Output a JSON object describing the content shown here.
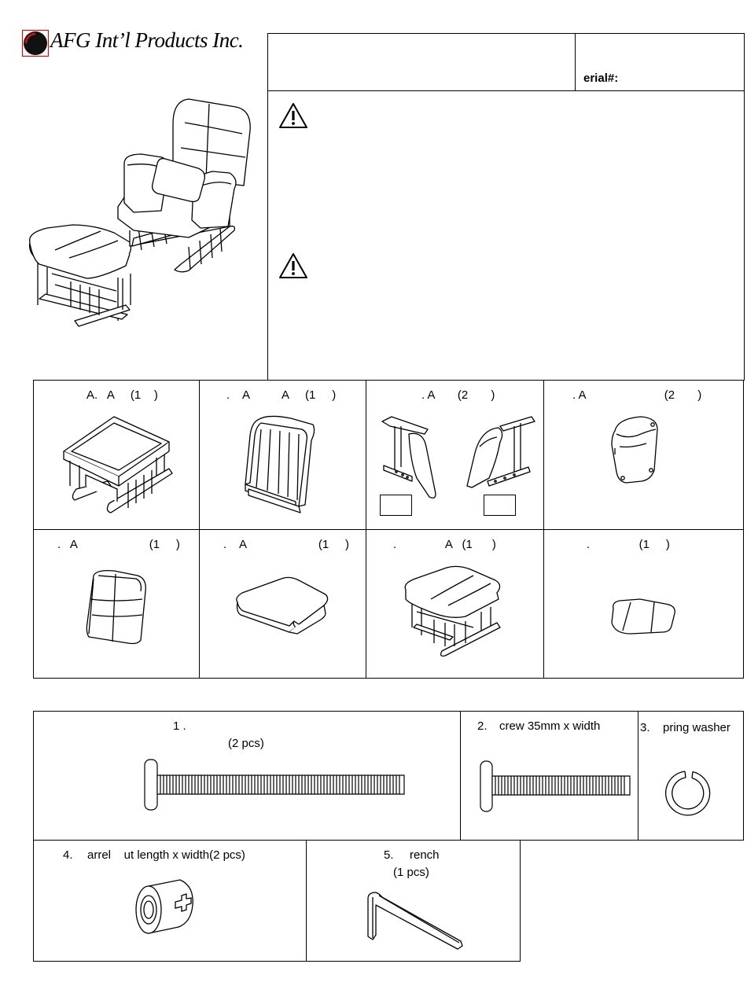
{
  "logo": {
    "company": "AFG Int’l Products Inc."
  },
  "header": {
    "serial_label": "erial#:"
  },
  "parts": [
    {
      "label": "A.   A     (1    )"
    },
    {
      "label": ".    A          A     (1     )"
    },
    {
      "label": ". A       (2       )"
    },
    {
      "label": ". A                        (2       )"
    },
    {
      "label": ".   A                      (1     )"
    },
    {
      "label": ".    A                      (1     )"
    },
    {
      "label": ".               A   (1      )"
    },
    {
      "label": ".               (1     )"
    }
  ],
  "hardware": [
    {
      "number": "1 .",
      "label": "",
      "qty": "(2 pcs)"
    },
    {
      "number": "2.",
      "label": "crew 35mm x width"
    },
    {
      "number": "3.",
      "label": "pring washer"
    },
    {
      "number": "4.",
      "label": "arrel    ut length x width(2 pcs)"
    },
    {
      "number": "5.",
      "label": "rench",
      "qty": "(1 pcs)"
    }
  ]
}
